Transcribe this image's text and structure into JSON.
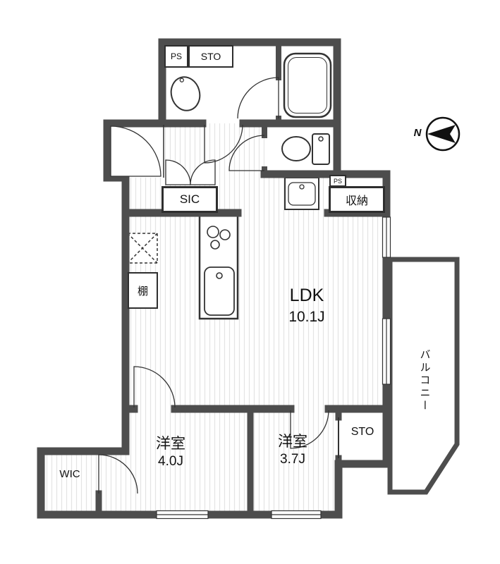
{
  "plan": {
    "type": "apartment-floor-plan",
    "compass": {
      "north_label": "N"
    },
    "rooms": {
      "ldk": {
        "name": "LDK",
        "size": "10.1J"
      },
      "bedroom_a": {
        "name": "洋室",
        "size": "4.0J"
      },
      "bedroom_b": {
        "name": "洋室",
        "size": "3.7J"
      },
      "balcony": {
        "name": "バルコニー"
      },
      "entry_shoe_closet": {
        "name": "SIC"
      },
      "walk_in_closet": {
        "name": "WIC"
      },
      "closet": {
        "name": "収納"
      },
      "storage_top": {
        "name": "STO"
      },
      "storage_bottom": {
        "name": "STO"
      },
      "shelf": {
        "name": "棚"
      },
      "pipe_space_top": {
        "name": "PS"
      },
      "pipe_space_mid": {
        "name": "PS"
      }
    },
    "colors": {
      "wall": "#4d4d4d",
      "line": "#333333",
      "floor_stripe": "#e4e4e4",
      "background": "#ffffff"
    }
  }
}
